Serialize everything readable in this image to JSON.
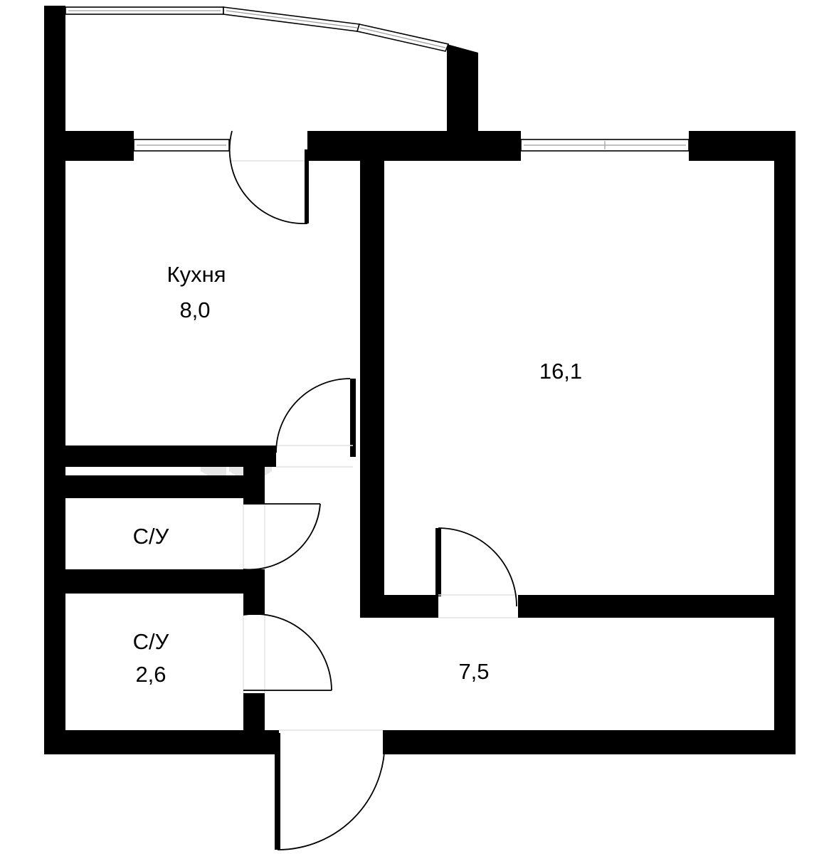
{
  "rooms": {
    "kitchen": {
      "name": "Кухня",
      "area": "8,0"
    },
    "living_room": {
      "area": "16,1"
    },
    "bathroom_1": {
      "name": "С/У"
    },
    "bathroom_2": {
      "name": "С/У",
      "area": "2,6"
    },
    "hallway": {
      "area": "7,5"
    }
  },
  "colors": {
    "wall": "#000000",
    "background": "#ffffff",
    "watermark": "#e6e6e6"
  }
}
